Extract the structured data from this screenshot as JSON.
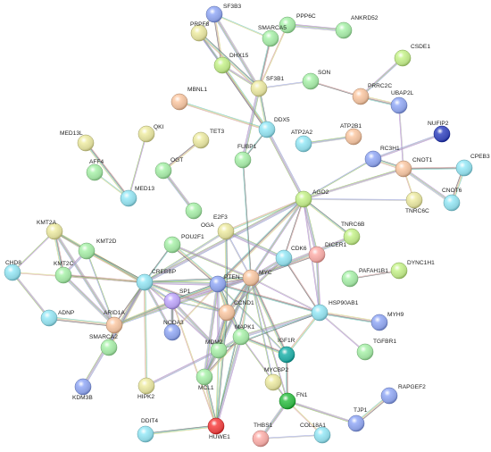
{
  "palette": {
    "green": "#9fdca0",
    "khaki": "#d9d79a",
    "peach": "#e4b99a",
    "cyan": "#8fd4e0",
    "blue": "#8c9fe0",
    "violet": "#b39ee8",
    "dkgreen": "#38b24a",
    "teal": "#2aa6a0",
    "red": "#e04646",
    "navy": "#3c4bb3",
    "pink": "#e8a4a0",
    "lime": "#b8dd86"
  },
  "edge_colors": [
    "#a77bc9",
    "#6cc3b8",
    "#8ab85a",
    "#cfcf75",
    "#8893d6",
    "#d29a9a",
    "#b0b0b0",
    "#5a5a5a"
  ],
  "nodes": [
    {
      "id": "SF3B3",
      "color": "blue"
    },
    {
      "id": "PPP6C",
      "color": "green"
    },
    {
      "id": "PRPF8",
      "color": "khaki"
    },
    {
      "id": "SMARCA5",
      "color": "green"
    },
    {
      "id": "ANKRD52",
      "color": "green"
    },
    {
      "id": "DHX15",
      "color": "lime"
    },
    {
      "id": "SF3B1",
      "color": "khaki"
    },
    {
      "id": "SON",
      "color": "green"
    },
    {
      "id": "CSDE1",
      "color": "lime"
    },
    {
      "id": "PRRC2C",
      "color": "peach"
    },
    {
      "id": "MBNL1",
      "color": "peach"
    },
    {
      "id": "UBAP2L",
      "color": "blue"
    },
    {
      "id": "QKI",
      "color": "khaki"
    },
    {
      "id": "DDX5",
      "color": "cyan"
    },
    {
      "id": "NUFIP2",
      "color": "navy"
    },
    {
      "id": "ATP2B1",
      "color": "peach"
    },
    {
      "id": "ATP2A2",
      "color": "cyan"
    },
    {
      "id": "MED13L",
      "color": "khaki"
    },
    {
      "id": "TET3",
      "color": "khaki"
    },
    {
      "id": "RC3H1",
      "color": "blue"
    },
    {
      "id": "FUBP1",
      "color": "green"
    },
    {
      "id": "CNOT1",
      "color": "peach"
    },
    {
      "id": "CPEB3",
      "color": "cyan"
    },
    {
      "id": "OGT",
      "color": "green"
    },
    {
      "id": "AFF4",
      "color": "green"
    },
    {
      "id": "MED13",
      "color": "cyan"
    },
    {
      "id": "OGA",
      "color": "green"
    },
    {
      "id": "AGO2",
      "color": "lime"
    },
    {
      "id": "TNRC6C",
      "color": "khaki"
    },
    {
      "id": "CNOT6",
      "color": "cyan"
    },
    {
      "id": "KMT2A",
      "color": "khaki"
    },
    {
      "id": "E2F3",
      "color": "khaki"
    },
    {
      "id": "KMT2D",
      "color": "green"
    },
    {
      "id": "POU2F1",
      "color": "green"
    },
    {
      "id": "TNRC6B",
      "color": "lime"
    },
    {
      "id": "CDK6",
      "color": "cyan"
    },
    {
      "id": "CHD8",
      "color": "cyan"
    },
    {
      "id": "KMT2C",
      "color": "green"
    },
    {
      "id": "DICER1",
      "color": "pink"
    },
    {
      "id": "DYNC1H1",
      "color": "lime"
    },
    {
      "id": "CREBBP",
      "color": "cyan"
    },
    {
      "id": "MYC",
      "color": "peach"
    },
    {
      "id": "PTEN",
      "color": "blue"
    },
    {
      "id": "PAFAH1B1",
      "color": "green"
    },
    {
      "id": "SP1",
      "color": "violet"
    },
    {
      "id": "ADNP",
      "color": "cyan"
    },
    {
      "id": "ARID1A",
      "color": "peach"
    },
    {
      "id": "CCND1",
      "color": "peach"
    },
    {
      "id": "HSP90AB1",
      "color": "cyan"
    },
    {
      "id": "MYH9",
      "color": "blue"
    },
    {
      "id": "NCOA3",
      "color": "blue"
    },
    {
      "id": "SMARCA2",
      "color": "green"
    },
    {
      "id": "MAPK1",
      "color": "green"
    },
    {
      "id": "MDM2",
      "color": "green"
    },
    {
      "id": "IGF1R",
      "color": "teal"
    },
    {
      "id": "TGFBR1",
      "color": "green"
    },
    {
      "id": "KDM3B",
      "color": "blue"
    },
    {
      "id": "HIPK2",
      "color": "khaki"
    },
    {
      "id": "MCL1",
      "color": "green"
    },
    {
      "id": "MYCBP2",
      "color": "khaki"
    },
    {
      "id": "RAPGEF2",
      "color": "blue"
    },
    {
      "id": "FN1",
      "color": "dkgreen"
    },
    {
      "id": "DDIT4",
      "color": "cyan"
    },
    {
      "id": "HUWE1",
      "color": "red"
    },
    {
      "id": "COL18A1",
      "color": "cyan"
    },
    {
      "id": "TJP1",
      "color": "blue"
    },
    {
      "id": "THBS1",
      "color": "pink"
    }
  ],
  "edges": [
    [
      "SF3B3",
      "PRPF8"
    ],
    [
      "SF3B3",
      "DHX15"
    ],
    [
      "SF3B3",
      "SF3B1"
    ],
    [
      "SF3B3",
      "SMARCA5"
    ],
    [
      "PRPF8",
      "DHX15"
    ],
    [
      "PRPF8",
      "SF3B1"
    ],
    [
      "PRPF8",
      "DDX5"
    ],
    [
      "SMARCA5",
      "SF3B1"
    ],
    [
      "PPP6C",
      "ANKRD52"
    ],
    [
      "PPP6C",
      "SF3B1"
    ],
    [
      "DHX15",
      "SF3B1"
    ],
    [
      "DHX15",
      "DDX5"
    ],
    [
      "SF3B1",
      "SON"
    ],
    [
      "SF3B1",
      "DDX5"
    ],
    [
      "SF3B1",
      "FUBP1"
    ],
    [
      "SON",
      "PRRC2C"
    ],
    [
      "PRRC2C",
      "CSDE1"
    ],
    [
      "PRRC2C",
      "UBAP2L"
    ],
    [
      "UBAP2L",
      "CNOT1"
    ],
    [
      "MBNL1",
      "DDX5"
    ],
    [
      "DDX5",
      "AGO2"
    ],
    [
      "DDX5",
      "FUBP1"
    ],
    [
      "ATP2A2",
      "ATP2B1"
    ],
    [
      "MED13L",
      "MED13"
    ],
    [
      "QKI",
      "MED13"
    ],
    [
      "TET3",
      "OGT"
    ],
    [
      "OGT",
      "OGA"
    ],
    [
      "AFF4",
      "MED13"
    ],
    [
      "RC3H1",
      "NUFIP2"
    ],
    [
      "RC3H1",
      "CNOT1"
    ],
    [
      "RC3H1",
      "AGO2"
    ],
    [
      "CNOT1",
      "CPEB3"
    ],
    [
      "CNOT1",
      "CNOT6"
    ],
    [
      "CNOT1",
      "TNRC6C"
    ],
    [
      "CNOT1",
      "AGO2"
    ],
    [
      "CPEB3",
      "CNOT6"
    ],
    [
      "AGO2",
      "TNRC6C"
    ],
    [
      "AGO2",
      "TNRC6B"
    ],
    [
      "AGO2",
      "DICER1"
    ],
    [
      "AGO2",
      "CDK6"
    ],
    [
      "AGO2",
      "MYC"
    ],
    [
      "AGO2",
      "PTEN"
    ],
    [
      "AGO2",
      "HSP90AB1"
    ],
    [
      "AGO2",
      "E2F3"
    ],
    [
      "AGO2",
      "CREBBP"
    ],
    [
      "FUBP1",
      "MYC"
    ],
    [
      "KMT2A",
      "KMT2D"
    ],
    [
      "KMT2A",
      "KMT2C"
    ],
    [
      "KMT2A",
      "CHD8"
    ],
    [
      "KMT2A",
      "CREBBP"
    ],
    [
      "KMT2A",
      "ARID1A"
    ],
    [
      "KMT2A",
      "SP1"
    ],
    [
      "KMT2D",
      "KMT2C"
    ],
    [
      "KMT2D",
      "CREBBP"
    ],
    [
      "KMT2D",
      "ARID1A"
    ],
    [
      "KMT2C",
      "CREBBP"
    ],
    [
      "KMT2C",
      "ARID1A"
    ],
    [
      "CHD8",
      "CREBBP"
    ],
    [
      "CHD8",
      "ADNP"
    ],
    [
      "ADNP",
      "ARID1A"
    ],
    [
      "CREBBP",
      "SP1"
    ],
    [
      "CREBBP",
      "MYC"
    ],
    [
      "CREBBP",
      "PTEN"
    ],
    [
      "CREBBP",
      "ARID1A"
    ],
    [
      "CREBBP",
      "NCOA3"
    ],
    [
      "CREBBP",
      "SMARCA2"
    ],
    [
      "CREBBP",
      "MDM2"
    ],
    [
      "CREBBP",
      "HIPK2"
    ],
    [
      "CREBBP",
      "KDM3B"
    ],
    [
      "CREBBP",
      "POU2F1"
    ],
    [
      "CREBBP",
      "E2F3"
    ],
    [
      "CREBBP",
      "CCND1"
    ],
    [
      "ARID1A",
      "SMARCA2"
    ],
    [
      "ARID1A",
      "SP1"
    ],
    [
      "ARID1A",
      "MYC"
    ],
    [
      "ARID1A",
      "PTEN"
    ],
    [
      "SP1",
      "MYC"
    ],
    [
      "SP1",
      "PTEN"
    ],
    [
      "SP1",
      "CCND1"
    ],
    [
      "SP1",
      "NCOA3"
    ],
    [
      "SP1",
      "MDM2"
    ],
    [
      "SP1",
      "HUWE1"
    ],
    [
      "POU2F1",
      "MYC"
    ],
    [
      "POU2F1",
      "PTEN"
    ],
    [
      "E2F3",
      "MYC"
    ],
    [
      "E2F3",
      "CCND1"
    ],
    [
      "E2F3",
      "CDK6"
    ],
    [
      "MYC",
      "PTEN"
    ],
    [
      "MYC",
      "CDK6"
    ],
    [
      "MYC",
      "CCND1"
    ],
    [
      "MYC",
      "HSP90AB1"
    ],
    [
      "MYC",
      "MAPK1"
    ],
    [
      "MYC",
      "MDM2"
    ],
    [
      "MYC",
      "HUWE1"
    ],
    [
      "MYC",
      "MCL1"
    ],
    [
      "MYC",
      "IGF1R"
    ],
    [
      "MYC",
      "FN1"
    ],
    [
      "MYC",
      "DICER1"
    ],
    [
      "MYC",
      "TNRC6B"
    ],
    [
      "PTEN",
      "CCND1"
    ],
    [
      "PTEN",
      "MDM2"
    ],
    [
      "PTEN",
      "MAPK1"
    ],
    [
      "PTEN",
      "IGF1R"
    ],
    [
      "PTEN",
      "HSP90AB1"
    ],
    [
      "PTEN",
      "MCL1"
    ],
    [
      "PTEN",
      "NCOA3"
    ],
    [
      "CCND1",
      "CDK6"
    ],
    [
      "CCND1",
      "MDM2"
    ],
    [
      "CCND1",
      "MAPK1"
    ],
    [
      "CCND1",
      "HUWE1"
    ],
    [
      "CCND1",
      "MCL1"
    ],
    [
      "CDK6",
      "HSP90AB1"
    ],
    [
      "DICER1",
      "HSP90AB1"
    ],
    [
      "HSP90AB1",
      "MYH9"
    ],
    [
      "HSP90AB1",
      "TGFBR1"
    ],
    [
      "HSP90AB1",
      "IGF1R"
    ],
    [
      "HSP90AB1",
      "MAPK1"
    ],
    [
      "HSP90AB1",
      "MDM2"
    ],
    [
      "MAPK1",
      "MDM2"
    ],
    [
      "MAPK1",
      "IGF1R"
    ],
    [
      "MAPK1",
      "FN1"
    ],
    [
      "MAPK1",
      "MCL1"
    ],
    [
      "MDM2",
      "MCL1"
    ],
    [
      "MDM2",
      "HUWE1"
    ],
    [
      "MDM2",
      "HIPK2"
    ],
    [
      "MCL1",
      "HUWE1"
    ],
    [
      "MYCBP2",
      "MYC"
    ],
    [
      "IGF1R",
      "FN1"
    ],
    [
      "FN1",
      "THBS1"
    ],
    [
      "FN1",
      "COL18A1"
    ],
    [
      "FN1",
      "TJP1"
    ],
    [
      "TJP1",
      "RAPGEF2"
    ],
    [
      "THBS1",
      "COL18A1"
    ],
    [
      "DDIT4",
      "HUWE1"
    ],
    [
      "HUWE1",
      "MAPK1"
    ],
    [
      "PAFAH1B1",
      "DYNC1H1"
    ],
    [
      "NCOA3",
      "SP1"
    ]
  ]
}
